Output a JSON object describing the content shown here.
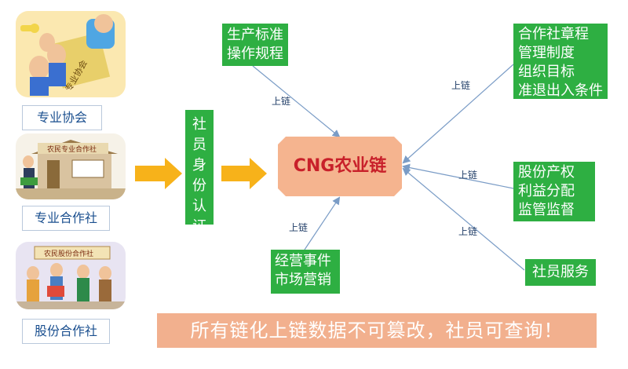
{
  "title_node": "CNG农业链",
  "left_entities": [
    {
      "label": "专业协会"
    },
    {
      "label": "专业合作社"
    },
    {
      "label": "股份合作社"
    }
  ],
  "illustration_signs": {
    "association": "专业协会",
    "cooperative": "农民专业合作社",
    "stock": "农民股份合作社"
  },
  "identity_box": [
    "社",
    "员",
    "身",
    "份",
    "认",
    "证"
  ],
  "nodes": {
    "standard": [
      "生产标准",
      "操作规程"
    ],
    "operation": [
      "经营事件",
      "市场营销"
    ],
    "charter": [
      "合作社章程",
      "管理制度",
      "组织目标",
      "准退出入条件"
    ],
    "equity": [
      "股份产权",
      "利益分配",
      "监管监督"
    ],
    "service": "社员服务"
  },
  "edge_label": "上链",
  "banner": "所有链化上链数据不可篡改，社员可查询！",
  "colors": {
    "node_green": "#2eaf42",
    "center_fill": "#f5b48f",
    "center_text": "#c8202a",
    "arrow_orange": "#f7b21a",
    "connector_blue": "#7a9cc6",
    "banner_fill": "#f2b08e"
  }
}
